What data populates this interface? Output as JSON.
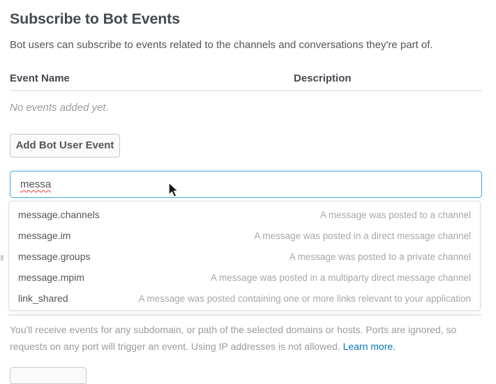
{
  "page": {
    "title": "Subscribe to Bot Events",
    "subtitle": "Bot users can subscribe to events related to the channels and conversations they're part of."
  },
  "events_table": {
    "columns": {
      "name": "Event Name",
      "description": "Description"
    },
    "empty_message": "No events added yet."
  },
  "toolbar": {
    "add_event_button_label": "Add Bot User Event"
  },
  "event_search": {
    "value": "messa",
    "suggestions": [
      {
        "name": "message.channels",
        "description": "A message was posted to a channel"
      },
      {
        "name": "message.im",
        "description": "A message was posted in a direct message channel"
      },
      {
        "name": "message.groups",
        "description": "A message was posted to a private channel"
      },
      {
        "name": "message.mpim",
        "description": "A message was posted in a multiparty direct message channel"
      },
      {
        "name": "link_shared",
        "description": "A message was posted containing one or more links relevant to your application"
      }
    ]
  },
  "footer_note": {
    "line1": "You'll receive events for any subdomain, or path of the selected domains or hosts. Ports are ignored, so",
    "line2": "requests on any port will trigger an event. Using IP addresses is not allowed.",
    "link_label": "Learn more."
  },
  "colors": {
    "accent_blue": "#44a1e4",
    "link_blue": "#0576b9",
    "heading": "#454a50",
    "body_text": "#555459",
    "muted_text": "#9b9a9d"
  }
}
